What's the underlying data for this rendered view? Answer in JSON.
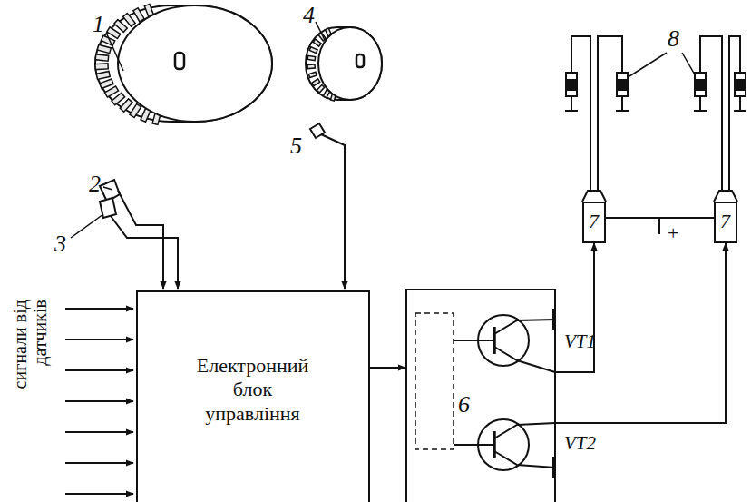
{
  "diagram": {
    "nodes": [
      {
        "text": [
          "Електронний блок управління"
        ]
      },
      {
        "text": [
          "6"
        ]
      },
      {
        "text": [
          "7"
        ]
      },
      {
        "text": [
          "7"
        ]
      }
    ],
    "edges": [
      {
        "from": 0,
        "to": 1,
        "arrow": "to"
      },
      {
        "from": 1,
        "to": 2,
        "arrow": "to"
      },
      {
        "from": 1,
        "to": 3,
        "arrow": "to"
      }
    ],
    "labels": [
      "1",
      "2",
      "3",
      "4",
      "5",
      "8",
      "VT1",
      "VT2",
      "сигнали від датчиків",
      "+"
    ]
  }
}
